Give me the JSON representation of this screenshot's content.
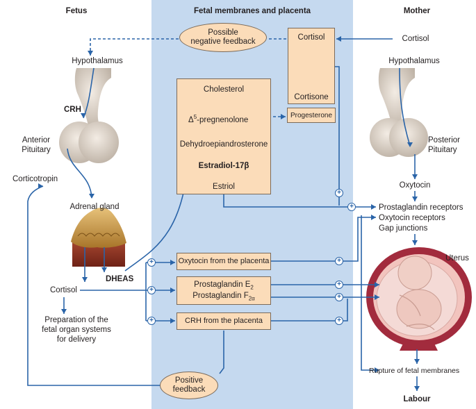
{
  "headers": {
    "fetus": "Fetus",
    "middle": "Fetal membranes and placenta",
    "mother": "Mother"
  },
  "fetus": {
    "hypothalamus": "Hypothalamus",
    "crh": "CRH",
    "anterior_pituitary_1": "Anterior",
    "anterior_pituitary_2": "Pituitary",
    "corticotropin": "Corticotropin",
    "adrenal_gland": "Adrenal gland",
    "dheas": "DHEAS",
    "cortisol": "Cortisol",
    "prep_1": "Preparation of the",
    "prep_2": "fetal organ systems",
    "prep_3": "for delivery"
  },
  "placenta": {
    "negative_feedback_1": "Possible",
    "negative_feedback_2": "negative feedback",
    "cortisol": "Cortisol",
    "cortisone": "Cortisone",
    "cholesterol": "Cholesterol",
    "pregnenolone_sup": "5",
    "pregnenolone": "-pregnenolone",
    "progesterone": "Progesterone",
    "dhea": "Dehydroepiandrosterone",
    "estradiol": "Estradiol-17β",
    "estriol": "Estriol",
    "oxytocin_placenta": "Oxytocin from the placenta",
    "pge": "Prostaglandin E",
    "pge_sub": "2",
    "pgf": "Prostaglandin F",
    "pgf_sub": "2α",
    "crh_placenta": "CRH from the placenta",
    "positive_feedback_1": "Positive",
    "positive_feedback_2": "feedback"
  },
  "mother": {
    "cortisol": "Cortisol",
    "hypothalamus": "Hypothalamus",
    "posterior_pituitary_1": "Posterior",
    "posterior_pituitary_2": "Pituitary",
    "oxytocin": "Oxytocin",
    "pg_receptors": "Prostaglandin receptors",
    "oxytocin_receptors": "Oxytocin receptors",
    "gap_junctions": "Gap junctions",
    "uterus": "Uterus",
    "rupture": "Rupture of fetal membranes",
    "labour": "Labour"
  },
  "symbols": {
    "plus": "+",
    "delta": "Δ"
  },
  "colors": {
    "panel": "#c5d9ef",
    "box_fill": "#fbdcb9",
    "arrow": "#2a64a8"
  }
}
